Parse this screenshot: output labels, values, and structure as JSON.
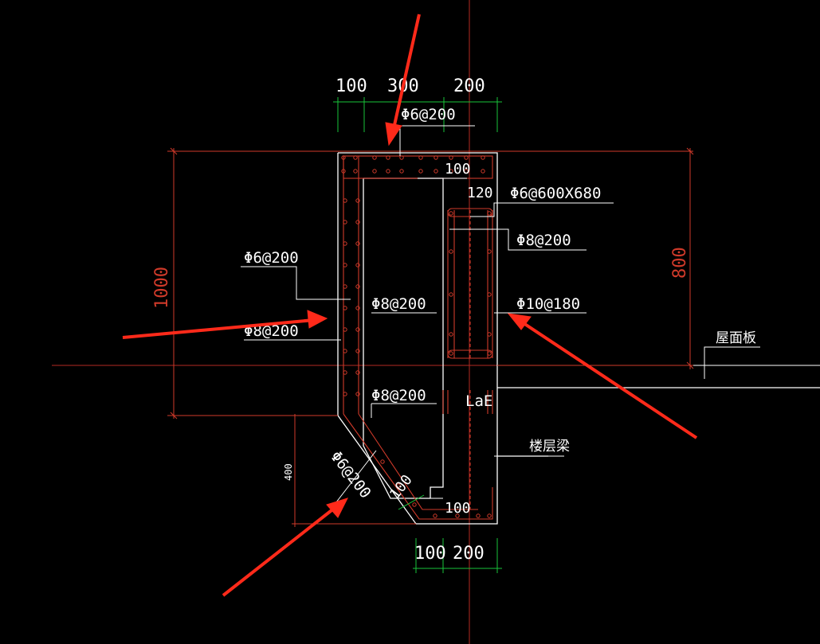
{
  "colors": {
    "background": "#000000",
    "concrete_outline": "#ffffff",
    "rebar": "#d03a2a",
    "dimension": "#d03a2a",
    "top_dimension": "#19c43a",
    "annotation_arrow": "#ff2a1a",
    "axis": "#b32a22"
  },
  "dimensions": {
    "top": [
      "100",
      "300",
      "200"
    ],
    "bottom": [
      "100",
      "200"
    ],
    "left_height": "1000",
    "right_height": "800",
    "slope_height": "400",
    "top_cover": "100",
    "rebar_gap": "120",
    "slope_width": "100",
    "bottom_cover": "100"
  },
  "rebar_labels": {
    "top_stirrup": "Φ6@200",
    "side_stirrup": "Φ6@600X680",
    "right_long": "Φ8@200",
    "right_main": "Φ10@180",
    "left_stirrup": "Φ6@200",
    "left_long_outer": "Φ8@200",
    "center_long_upper": "Φ8@200",
    "center_long_lower": "Φ8@200",
    "slope_stirrup": "Φ6@200",
    "anchorage": "LaE"
  },
  "member_labels": {
    "roof_slab": "屋面板",
    "floor_beam": "楼层梁"
  }
}
